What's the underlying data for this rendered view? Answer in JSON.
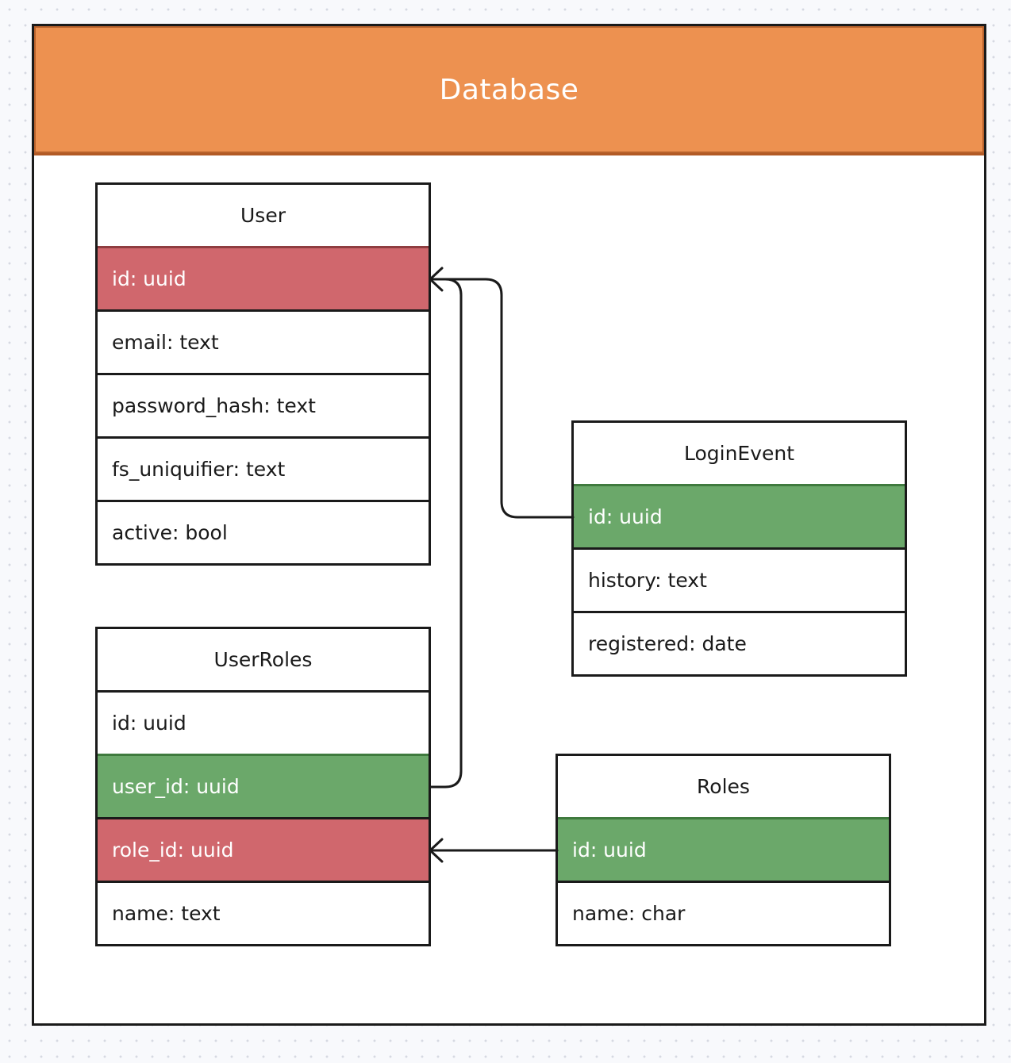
{
  "frame": {
    "title": "Database"
  },
  "colors": {
    "header": "#ed9150",
    "primary_key": "#d0676d",
    "foreign_key": "#6ba86a",
    "border": "#1a1a1a"
  },
  "tables": {
    "user": {
      "name": "User",
      "fields": [
        "id: uuid",
        "email: text",
        "password_hash: text",
        "fs_uniquifier: text",
        "active: bool"
      ]
    },
    "user_roles": {
      "name": "UserRoles",
      "fields": [
        "id: uuid",
        "user_id: uuid",
        "role_id: uuid",
        "name: text"
      ]
    },
    "login_event": {
      "name": "LoginEvent",
      "fields": [
        "id: uuid",
        "history: text",
        "registered: date"
      ]
    },
    "roles": {
      "name": "Roles",
      "fields": [
        "id: uuid",
        "name: char"
      ]
    }
  },
  "relations": [
    {
      "from": "LoginEvent.id",
      "to": "User.id"
    },
    {
      "from": "UserRoles.user_id",
      "to": "User.id"
    },
    {
      "from": "Roles.id",
      "to": "UserRoles.role_id"
    }
  ]
}
